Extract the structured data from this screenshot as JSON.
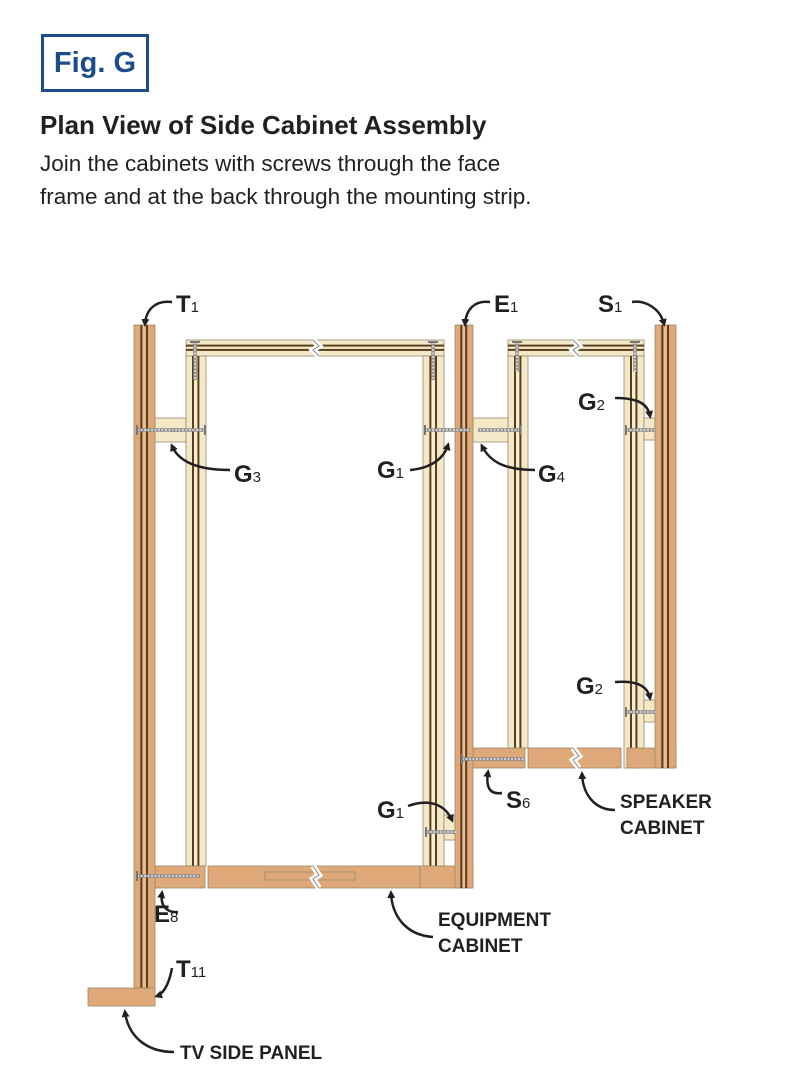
{
  "figure": {
    "tag": "Fig. G",
    "title": "Plan View of Side Cabinet Assembly",
    "description": "Join the cabinets with screws through the face frame and at the back through the mounting strip."
  },
  "parts": [
    {
      "letter": "T",
      "sub": "1"
    },
    {
      "letter": "E",
      "sub": "1"
    },
    {
      "letter": "S",
      "sub": "1"
    },
    {
      "letter": "G",
      "sub": "2"
    },
    {
      "letter": "G",
      "sub": "3"
    },
    {
      "letter": "G",
      "sub": "1"
    },
    {
      "letter": "G",
      "sub": "4"
    },
    {
      "letter": "G",
      "sub": "2"
    },
    {
      "letter": "S",
      "sub": "6"
    },
    {
      "letter": "G",
      "sub": "1"
    },
    {
      "letter": "E",
      "sub": "8"
    },
    {
      "letter": "T",
      "sub": "11"
    }
  ],
  "callouts": {
    "speaker": [
      "SPEAKER",
      "CABINET"
    ],
    "equipment": [
      "EQUIPMENT",
      "CABINET"
    ],
    "tv": "TV SIDE PANEL"
  },
  "colors": {
    "accent": "#1d4c8c",
    "plywood": "#dfa878",
    "panel": "#f3e8c8",
    "stripe": "#5a3e1b"
  }
}
